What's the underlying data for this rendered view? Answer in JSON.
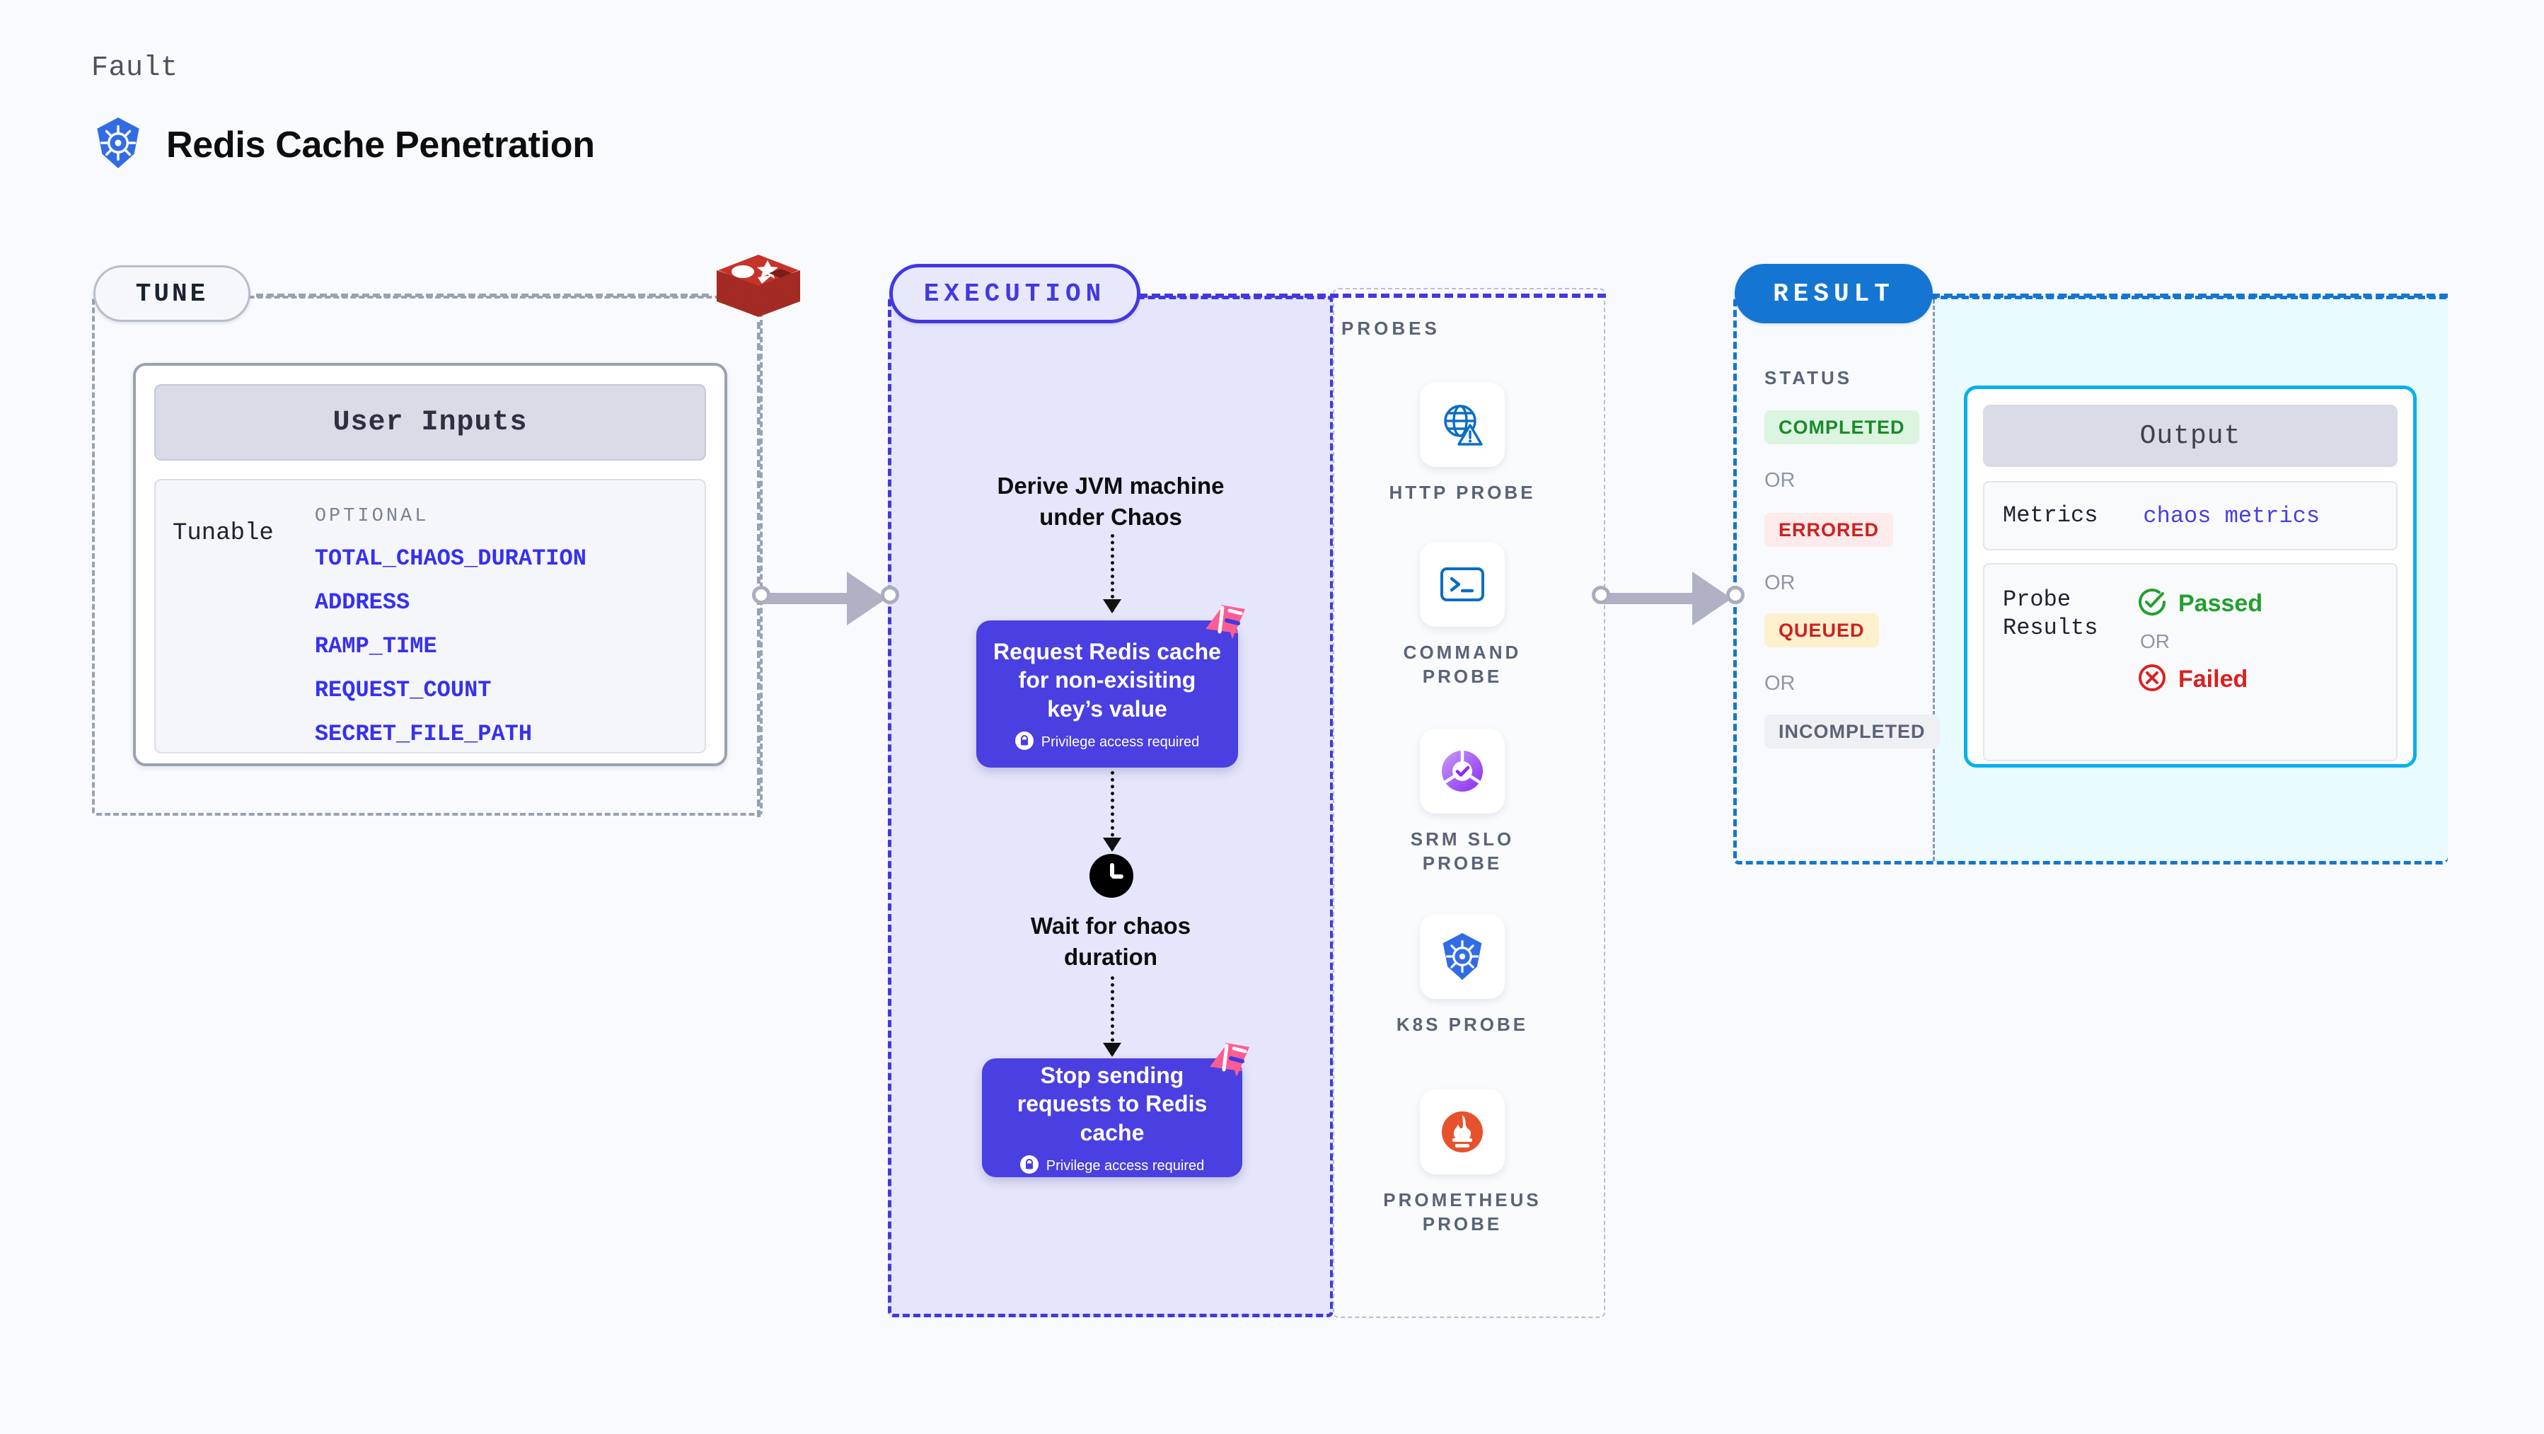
{
  "header": {
    "eyebrow": "Fault",
    "title": "Redis Cache Penetration",
    "icon": "kubernetes-icon"
  },
  "tune": {
    "pill_label": "TUNE",
    "source_icon": "redis-logo",
    "user_inputs_title": "User Inputs",
    "tunable_label": "Tunable",
    "optional_label": "OPTIONAL",
    "optional_items": [
      "TOTAL_CHAOS_DURATION",
      "ADDRESS",
      "RAMP_TIME",
      "REQUEST_COUNT",
      "SECRET_FILE_PATH"
    ]
  },
  "execution": {
    "pill_label": "EXECUTION",
    "step_derive": "Derive JVM machine under Chaos",
    "card_request": {
      "title": "Request Redis cache for non-exisiting key’s value",
      "privilege": "Privilege access required",
      "badge_icon": "litmus-chaos-icon",
      "lock_icon": "lock-icon"
    },
    "step_wait": "Wait for chaos duration",
    "wait_icon": "clock-icon",
    "card_stop": {
      "title": "Stop sending requests to Redis cache",
      "privilege": "Privilege access required",
      "badge_icon": "litmus-chaos-icon",
      "lock_icon": "lock-icon"
    }
  },
  "probes": {
    "title": "PROBES",
    "items": [
      {
        "label": "HTTP PROBE",
        "icon": "globe-warning-icon"
      },
      {
        "label": "COMMAND PROBE",
        "icon": "terminal-icon"
      },
      {
        "label": "SRM SLO PROBE",
        "icon": "srm-slo-donut-icon"
      },
      {
        "label": "K8S PROBE",
        "icon": "kubernetes-icon"
      },
      {
        "label": "PROMETHEUS PROBE",
        "icon": "prometheus-icon"
      }
    ]
  },
  "result": {
    "pill_label": "RESULT",
    "status_title": "STATUS",
    "or_label": "OR",
    "statuses": [
      {
        "label": "COMPLETED",
        "bg": "#dcf5e0",
        "fg": "#1a8a2a"
      },
      {
        "label": "ERRORED",
        "bg": "#fdeaea",
        "fg": "#cf2020"
      },
      {
        "label": "QUEUED",
        "bg": "#fdf0cc",
        "fg": "#cf2020"
      },
      {
        "label": "INCOMPLETED",
        "bg": "#eef0f4",
        "fg": "#5a6376"
      }
    ],
    "output": {
      "title": "Output",
      "metrics_label": "Metrics",
      "metrics_value": "chaos metrics",
      "probe_results_label": "Probe Results",
      "passed_label": "Passed",
      "passed_color": "#22a02c",
      "failed_label": "Failed",
      "failed_color": "#dc2020",
      "or_label": "OR",
      "passed_icon": "check-circle-icon",
      "failed_icon": "x-circle-icon"
    }
  },
  "colors": {
    "background": "#f8fafd",
    "execution_accent": "#4338e0",
    "result_accent": "#1476d2",
    "output_accent": "#09b0ea",
    "tune_accent": "#9aa2b1",
    "action_card": "#4a3fe0",
    "litmus_pink": "#ff5c93"
  }
}
